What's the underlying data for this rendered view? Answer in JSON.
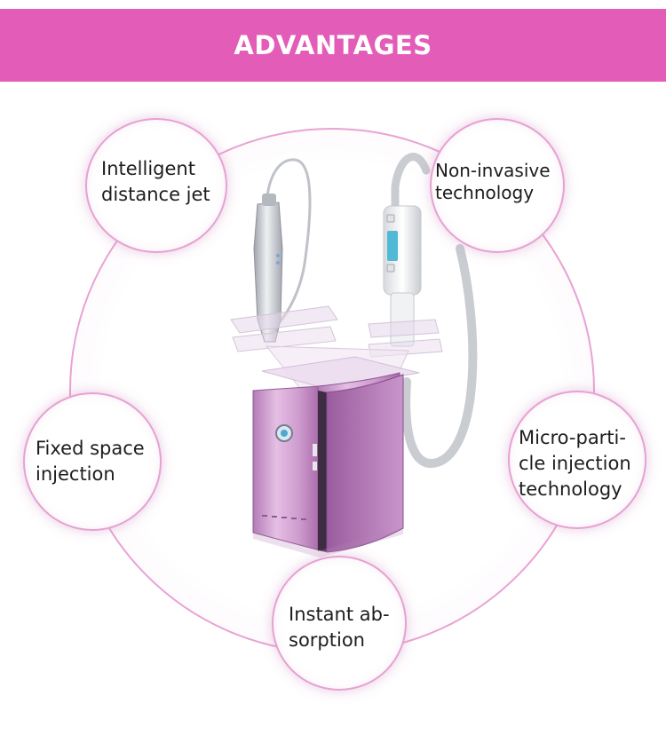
{
  "banner": {
    "title": "ADVANTAGES",
    "color": "#e35cb7"
  },
  "features": [
    {
      "label": "Intelligent\ndistance jet"
    },
    {
      "label": "Non-invasive\ntechnology"
    },
    {
      "label": "Fixed space\ninjection"
    },
    {
      "label": "Micro-parti-\ncle injection\ntechnology"
    },
    {
      "label": "Instant ab-\nsorption"
    }
  ],
  "colors": {
    "accent": "#e35cb7",
    "ring": "#e8a3d3",
    "device_body": "#c58ac3"
  },
  "device_icon": "beauty-machine-image"
}
